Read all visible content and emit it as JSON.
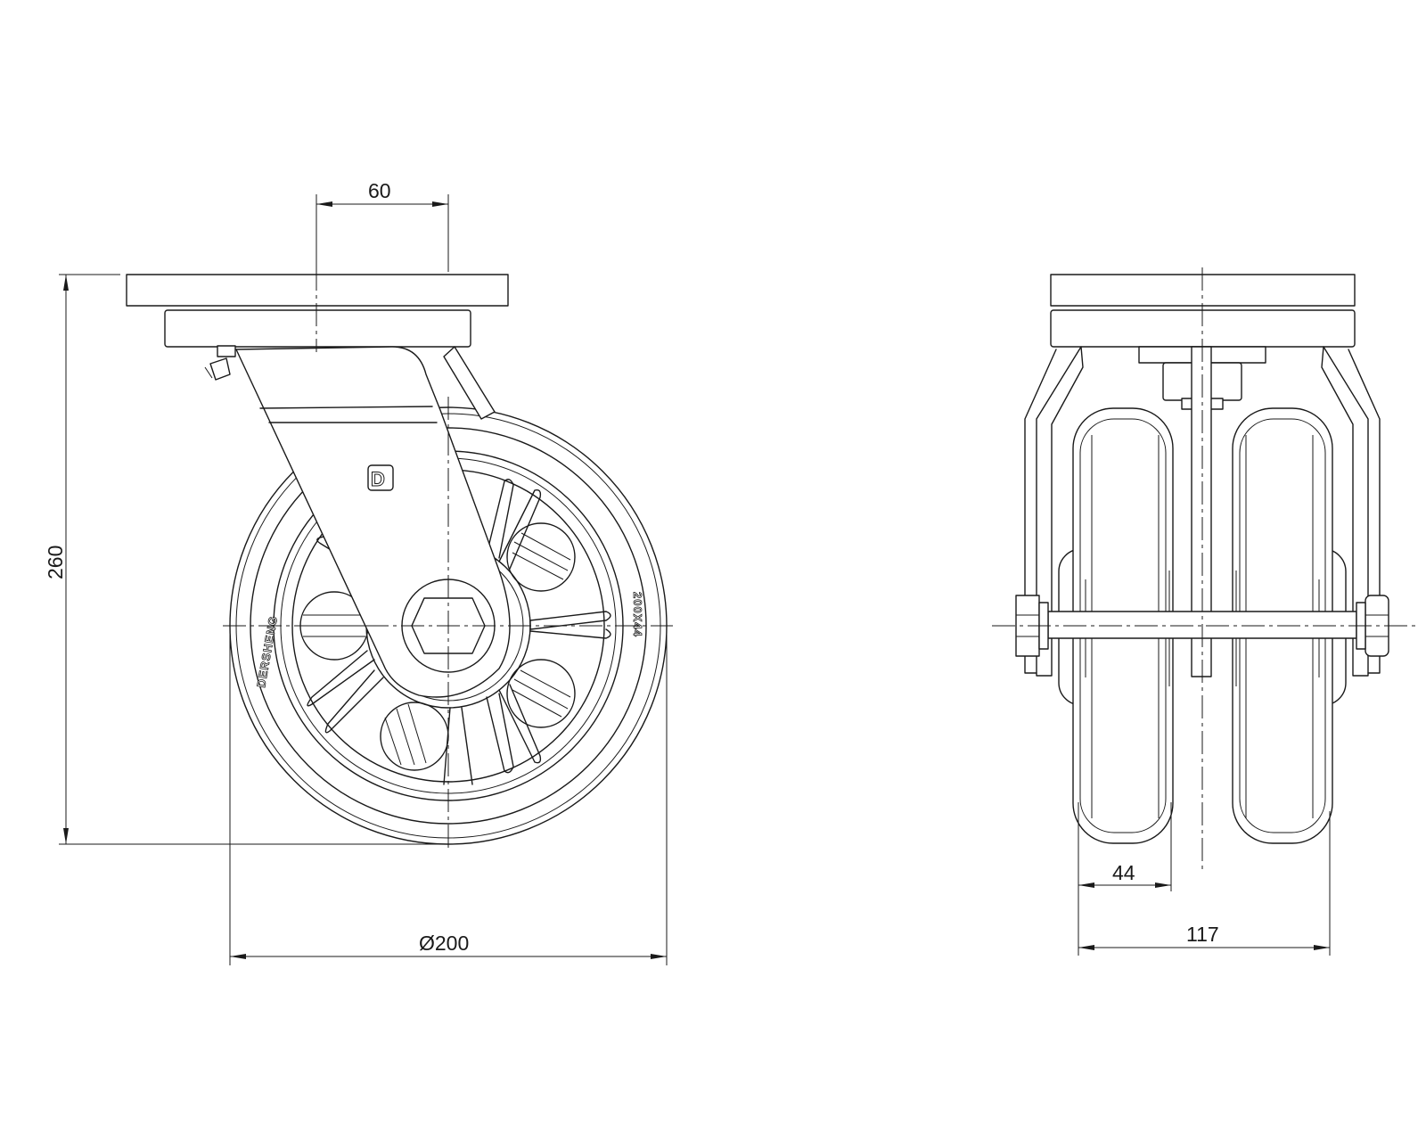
{
  "drawing": {
    "dimensions": {
      "offset": "60",
      "height": "260",
      "wheel_diameter": "Ø200",
      "wheel_width": "44",
      "overall_width": "117"
    },
    "wheel_text": {
      "brand": "DERSHENG",
      "size": "200X44",
      "logo": "D"
    },
    "colors": {
      "line": "#1a1a1a",
      "background": "#ffffff"
    }
  }
}
